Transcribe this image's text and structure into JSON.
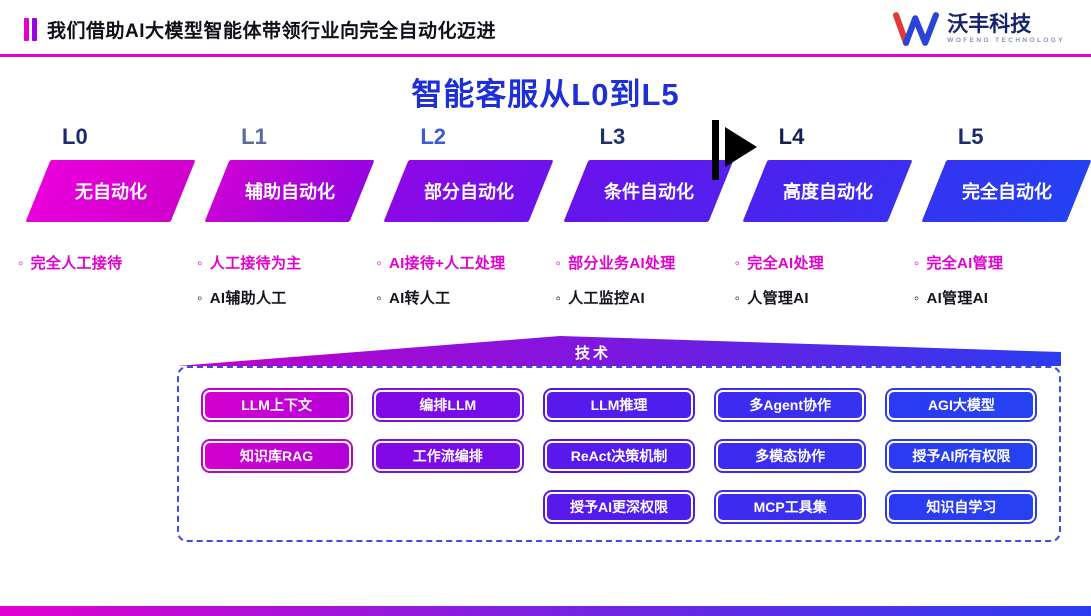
{
  "colors": {
    "accent_magenta": "#E100D0",
    "brand_blue": "#1F2FD6",
    "navy": "#18236E",
    "dashed_border_blue": "#3D4BE8",
    "footer_gradient": [
      "#E100D0",
      "#7A22E0",
      "#2B3CF0"
    ]
  },
  "header": {
    "title": "我们借助AI大模型智能体带领行业向完全自动化迈进",
    "logo": {
      "name": "沃丰科技",
      "subtitle": "WOFENG TECHNOLOGY"
    }
  },
  "main": {
    "title": "智能客服从L0到L5",
    "levels": [
      {
        "id": "L0",
        "label": "无自动化",
        "bullets": [
          "完全人工接待"
        ]
      },
      {
        "id": "L1",
        "label": "辅助自动化",
        "bullets": [
          "人工接待为主",
          "AI辅助人工"
        ]
      },
      {
        "id": "L2",
        "label": "部分自动化",
        "bullets": [
          "AI接待+人工处理",
          "AI转人工"
        ]
      },
      {
        "id": "L3",
        "label": "条件自动化",
        "bullets": [
          "部分业务AI处理",
          "人工监控AI"
        ]
      },
      {
        "id": "L4",
        "label": "高度自动化",
        "bullets": [
          "完全AI处理",
          "人管理AI"
        ]
      },
      {
        "id": "L5",
        "label": "完全自动化",
        "bullets": [
          "完全AI管理",
          "AI管理AI"
        ]
      }
    ],
    "tech_band_label": "技术",
    "tech_columns": [
      {
        "items": [
          "LLM上下文",
          "知识库RAG"
        ]
      },
      {
        "items": [
          "编排LLM",
          "工作流编排"
        ]
      },
      {
        "items": [
          "LLM推理",
          "ReAct决策机制",
          "授予AI更深权限"
        ]
      },
      {
        "items": [
          "多Agent协作",
          "多模态协作",
          "MCP工具集"
        ]
      },
      {
        "items": [
          "AGI大模型",
          "授予AI所有权限",
          "知识自学习"
        ]
      }
    ]
  }
}
